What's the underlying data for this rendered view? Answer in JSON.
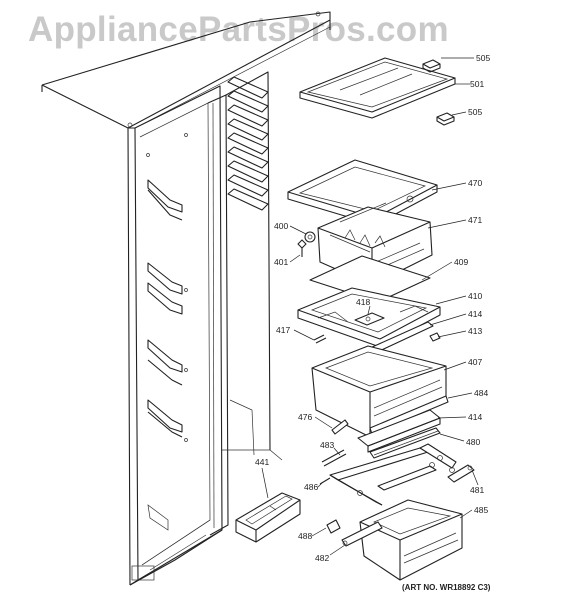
{
  "watermark": "AppliancePartsPros.com",
  "art_number": "(ART NO. WR18892 C3)",
  "callouts": {
    "c505a": "505",
    "c501": "501",
    "c505b": "505",
    "c470": "470",
    "c471": "471",
    "c400": "400",
    "c401": "401",
    "c409": "409",
    "c410": "410",
    "c418": "418",
    "c414a": "414",
    "c417": "417",
    "c413": "413",
    "c407": "407",
    "c484": "484",
    "c476": "476",
    "c414b": "414",
    "c483": "483",
    "c480": "480",
    "c441": "441",
    "c486": "486",
    "c481": "481",
    "c485": "485",
    "c488": "488",
    "c482": "482"
  }
}
